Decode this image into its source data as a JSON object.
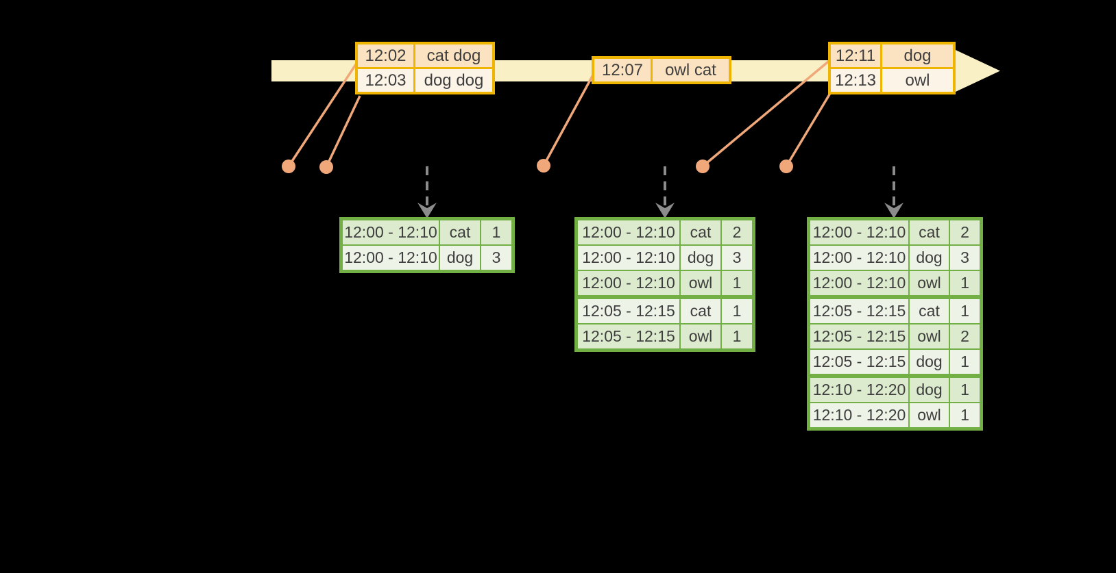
{
  "colors": {
    "background": "#000000",
    "timeline-band": "#FAF0C6",
    "event-border": "#F0B500",
    "event-row-peach": "#FBE2C0",
    "event-row-cream": "#FDF4E8",
    "result-border": "#72AF44",
    "result-row-sage": "#DCEACD",
    "result-row-light": "#EDF3E7",
    "connector": "#F0A87A",
    "trigger-arrow": "#8C8C8C",
    "text": "#3E3E3E"
  },
  "event_tables": [
    {
      "rows": [
        {
          "time": "12:02",
          "words": "cat dog"
        },
        {
          "time": "12:03",
          "words": "dog dog"
        }
      ]
    },
    {
      "rows": [
        {
          "time": "12:07",
          "words": "owl cat"
        }
      ]
    },
    {
      "rows": [
        {
          "time": "12:11",
          "words": "dog"
        },
        {
          "time": "12:13",
          "words": "owl"
        }
      ]
    }
  ],
  "result_tables": [
    {
      "rows": [
        {
          "window": "12:00 - 12:10",
          "word": "cat",
          "count": "1"
        },
        {
          "window": "12:00 - 12:10",
          "word": "dog",
          "count": "3"
        }
      ]
    },
    {
      "rows": [
        {
          "window": "12:00 - 12:10",
          "word": "cat",
          "count": "2"
        },
        {
          "window": "12:00 - 12:10",
          "word": "dog",
          "count": "3"
        },
        {
          "window": "12:00 - 12:10",
          "word": "owl",
          "count": "1"
        },
        {
          "window": "12:05 - 12:15",
          "word": "cat",
          "count": "1"
        },
        {
          "window": "12:05 - 12:15",
          "word": "owl",
          "count": "1"
        }
      ]
    },
    {
      "rows": [
        {
          "window": "12:00 - 12:10",
          "word": "cat",
          "count": "2"
        },
        {
          "window": "12:00 - 12:10",
          "word": "dog",
          "count": "3"
        },
        {
          "window": "12:00 - 12:10",
          "word": "owl",
          "count": "1"
        },
        {
          "window": "12:05 - 12:15",
          "word": "cat",
          "count": "1"
        },
        {
          "window": "12:05 - 12:15",
          "word": "owl",
          "count": "2"
        },
        {
          "window": "12:05 - 12:15",
          "word": "dog",
          "count": "1"
        },
        {
          "window": "12:10 - 12:20",
          "word": "dog",
          "count": "1"
        },
        {
          "window": "12:10 - 12:20",
          "word": "owl",
          "count": "1"
        }
      ]
    }
  ]
}
